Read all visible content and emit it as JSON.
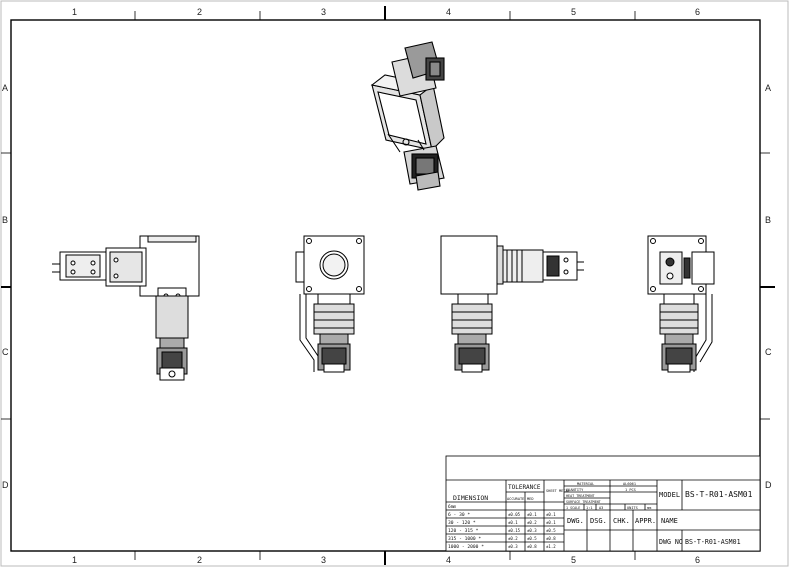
{
  "zones": {
    "columns": [
      "1",
      "2",
      "3",
      "4",
      "5",
      "6"
    ],
    "rows": [
      "A",
      "B",
      "C",
      "D"
    ]
  },
  "title_block": {
    "tolerance_header": "TOLERANCE",
    "dimension_header": "DIMENSION",
    "col_accurate": "ACCURATE",
    "col_med": "MED",
    "col_sheet": "SHEET METAL",
    "unit_label": "6mm",
    "rows": [
      {
        "range": "6 - 30 *",
        "a": "±0.05",
        "b": "±0.1",
        "c": "±0.1"
      },
      {
        "range": "30 - 120 *",
        "a": "±0.1",
        "b": "±0.2",
        "c": "±0.1"
      },
      {
        "range": "120 - 315 *",
        "a": "±0.15",
        "b": "±0.3",
        "c": "±0.5"
      },
      {
        "range": "315 - 1000 *",
        "a": "±0.2",
        "b": "±0.5",
        "c": "±0.8"
      },
      {
        "range": "1000 - 2000 *",
        "a": "±0.3",
        "b": "±0.8",
        "c": "±1.2"
      }
    ],
    "material_label": "MATERIAL",
    "material_value": "AL6061",
    "qty_label": "QUANTITY",
    "qty_value": "1 PCS",
    "heat_label": "HEAT TREATMENT",
    "surface_label": "SURFACE TREATMENT",
    "scale_label": "1 SCALE",
    "view_symbol": "1:1",
    "size_value": "A3",
    "units_label": "UNITS",
    "units_value": "mm",
    "dwg_label": "DWG.",
    "dsg_label": "DSG.",
    "chk_label": "CHK.",
    "appr_label": "APPR.",
    "model_label": "MODEL",
    "model_value": "BS-T-R01-ASM01",
    "name_label": "NAME",
    "dwg_no_label": "DWG NO",
    "dwg_no_value": "BS-T-R01-ASM01"
  }
}
